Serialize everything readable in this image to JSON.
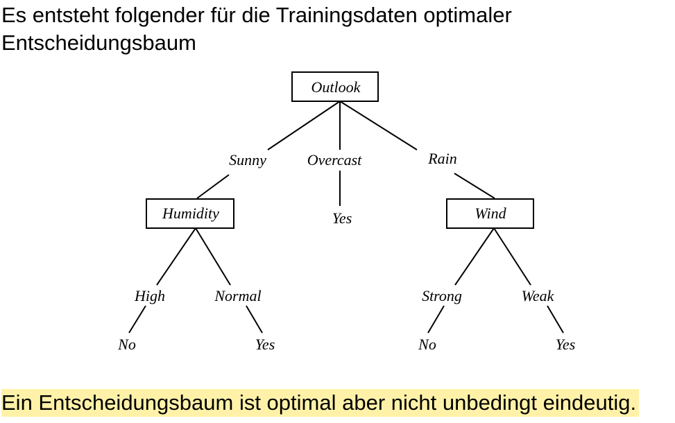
{
  "heading": {
    "line1": "Es entsteht folgender für die Trainingsdaten optimaler",
    "line2": "Entscheidungsbaum"
  },
  "tree": {
    "root": "Outlook",
    "root_branches": {
      "left": "Sunny",
      "middle": "Overcast",
      "right": "Rain"
    },
    "overcast_leaf": "Yes",
    "humidity": {
      "label": "Humidity",
      "branch_left": "High",
      "branch_right": "Normal",
      "leaf_left": "No",
      "leaf_right": "Yes"
    },
    "wind": {
      "label": "Wind",
      "branch_left": "Strong",
      "branch_right": "Weak",
      "leaf_left": "No",
      "leaf_right": "Yes"
    }
  },
  "footer": {
    "text": "Ein Entscheidungsbaum ist optimal aber nicht unbedingt eindeutig.",
    "highlight_color": "#fff2a8"
  }
}
